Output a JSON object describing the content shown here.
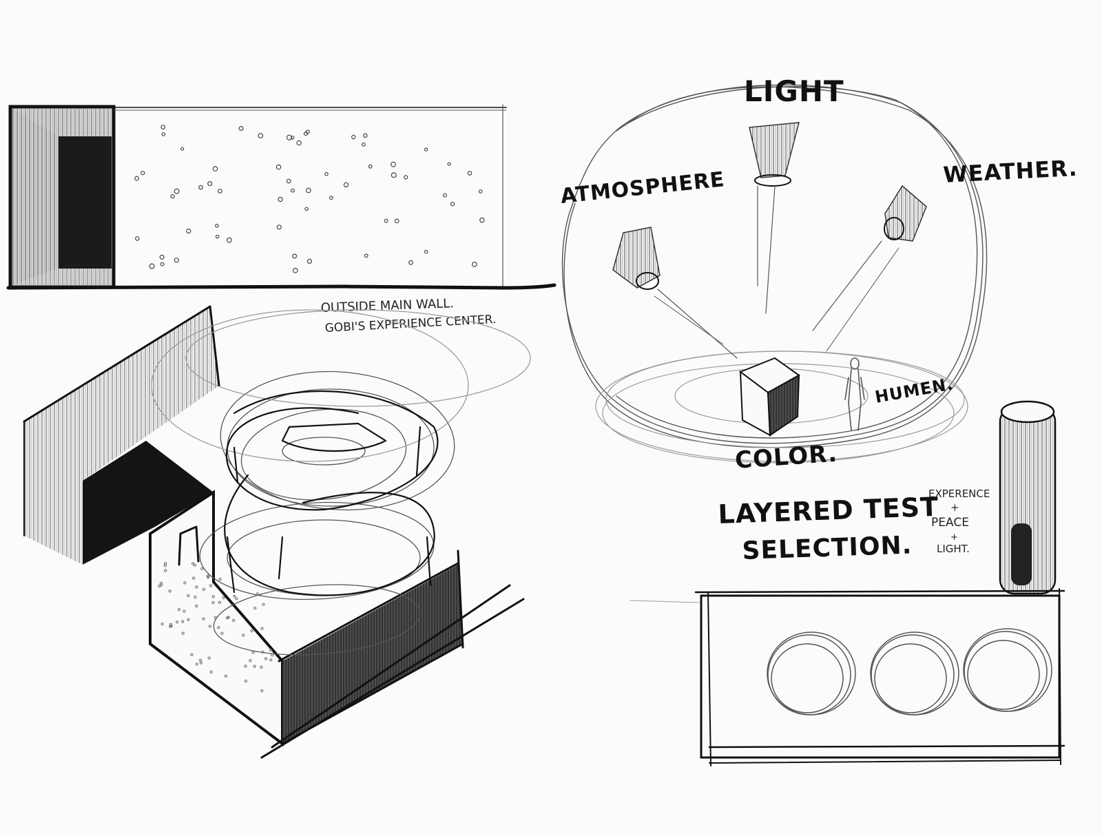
{
  "sketch_sheet": {
    "top_left_panel": {
      "caption_line_1": "OUTSIDE MAIN WALL.",
      "caption_line_2": "GOBI'S EXPERIENCE CENTER."
    },
    "bubble_panel": {
      "label_light": "LIGHT",
      "label_atmosphere": "ATMOSPHERE",
      "label_weather": "WEATHER.",
      "label_human": "HUMEN.",
      "label_color": "COLOR."
    },
    "bottom_right_panel": {
      "title_line_1": "LAYERED TEST",
      "title_line_2": "SELECTION.",
      "note_line_1": "EXPERENCE",
      "note_plus_1": "+",
      "note_line_2": "PEACE",
      "note_plus_2": "+",
      "note_line_3": "LIGHT."
    }
  }
}
